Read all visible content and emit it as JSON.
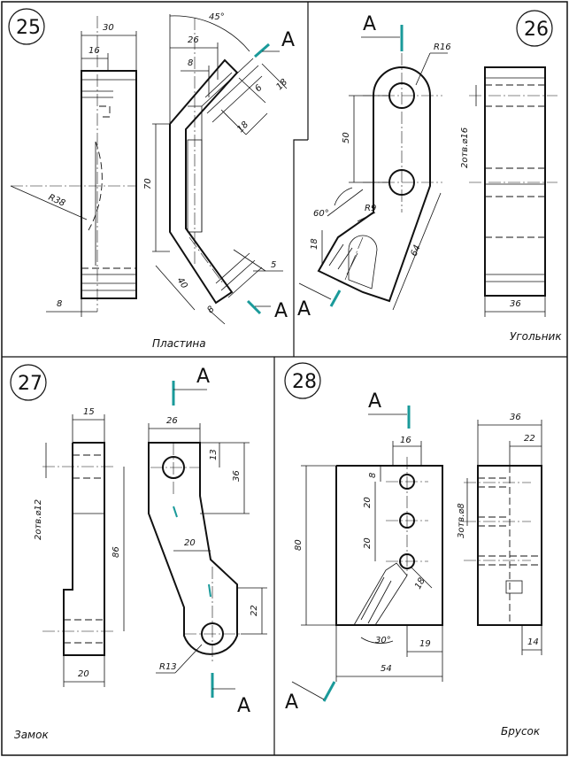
{
  "colors": {
    "accent": "#1a9a9a",
    "line": "#111111",
    "background": "#ffffff"
  },
  "panels": [
    {
      "number": "25",
      "title": "Пластина",
      "section_label": "A",
      "dims": {
        "d30": "30",
        "d16": "16",
        "d45": "45°",
        "d26": "26",
        "d8a": "8",
        "d6": "6",
        "d18a": "18",
        "d18b": "18",
        "d70": "70",
        "dR38": "R38",
        "d40": "40",
        "d8b": "8",
        "d5": "5",
        "d8c": "8"
      }
    },
    {
      "number": "26",
      "title": "Угольник",
      "section_label": "A",
      "dims": {
        "dR16": "R16",
        "d50": "50",
        "d60": "60°",
        "dR9": "R9",
        "d18": "18",
        "d64": "64",
        "d2holes": "2отв.⌀16",
        "d36": "36"
      }
    },
    {
      "number": "27",
      "title": "Замок",
      "section_label": "A",
      "dims": {
        "d15": "15",
        "d2holes": "2отв.⌀12",
        "d86": "86",
        "d20a": "20",
        "d26": "26",
        "d13": "13",
        "d36": "36",
        "d20b": "20",
        "d22": "22",
        "dR13": "R13"
      }
    },
    {
      "number": "28",
      "title": "Брусок",
      "section_label": "A",
      "dims": {
        "d16": "16",
        "d8": "8",
        "d20a": "20",
        "d20b": "20",
        "d80": "80",
        "d18": "18",
        "d30": "30°",
        "d19": "19",
        "d54": "54",
        "d36": "36",
        "d22": "22",
        "d3holes": "3отв.⌀8",
        "d14": "14"
      }
    }
  ]
}
